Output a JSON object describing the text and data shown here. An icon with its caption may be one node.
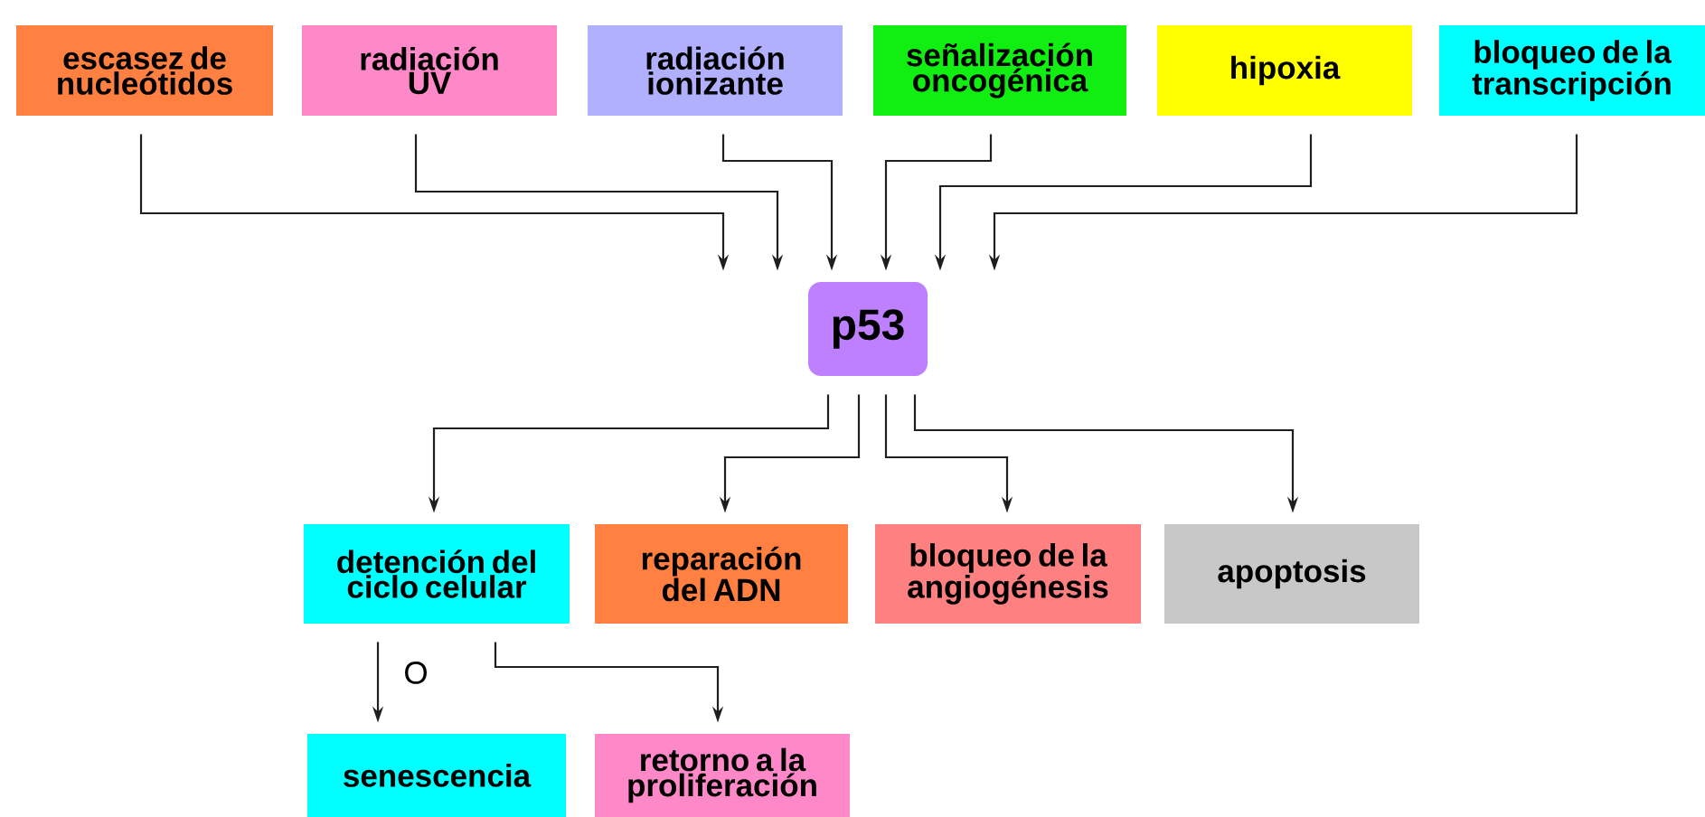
{
  "diagram": {
    "nodes": [
      {
        "text": [
          "escasez de nucleótidos"
        ]
      },
      {
        "text": [
          "radiación UV"
        ]
      },
      {
        "text": [
          "radiación ionizante"
        ]
      },
      {
        "text": [
          "señalización oncogénica"
        ]
      },
      {
        "text": [
          "hipoxia"
        ]
      },
      {
        "text": [
          "bloqueo de la transcripción"
        ]
      },
      {
        "text": [
          "p53"
        ]
      },
      {
        "text": [
          "detención del ciclo celular"
        ]
      },
      {
        "text": [
          "reparación del ADN"
        ]
      },
      {
        "text": [
          "bloqueo de la angiogénesis"
        ]
      },
      {
        "text": [
          "apoptosis"
        ]
      },
      {
        "text": [
          "senescencia"
        ]
      },
      {
        "text": [
          "retorno a la proliferación"
        ]
      }
    ],
    "edges": [
      {
        "from": 0,
        "to": 6,
        "arrow": "to"
      },
      {
        "from": 1,
        "to": 6,
        "arrow": "to"
      },
      {
        "from": 2,
        "to": 6,
        "arrow": "to"
      },
      {
        "from": 3,
        "to": 6,
        "arrow": "to"
      },
      {
        "from": 4,
        "to": 6,
        "arrow": "to"
      },
      {
        "from": 5,
        "to": 6,
        "arrow": "to"
      },
      {
        "from": 6,
        "to": 7,
        "arrow": "to"
      },
      {
        "from": 6,
        "to": 8,
        "arrow": "to"
      },
      {
        "from": 6,
        "to": 9,
        "arrow": "to"
      },
      {
        "from": 6,
        "to": 10,
        "arrow": "to"
      },
      {
        "from": 7,
        "to": 11,
        "arrow": "to",
        "label": "O"
      },
      {
        "from": 7,
        "to": 12,
        "arrow": "to"
      }
    ]
  }
}
